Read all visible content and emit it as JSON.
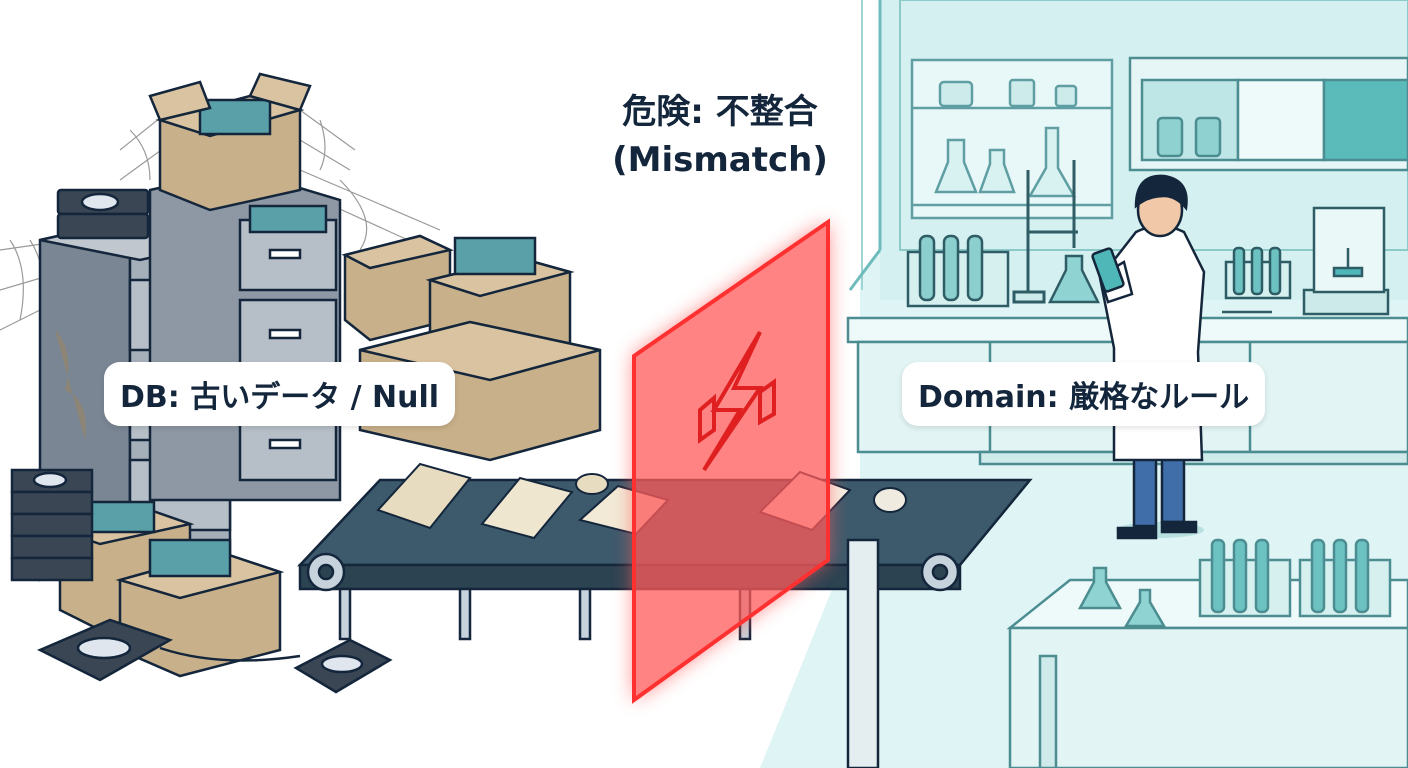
{
  "labels": {
    "db": "DB: 古いデータ / Null",
    "domain": "Domain: 厳格なルール",
    "warning_title": "危険: 不整合",
    "warning_subtitle": "(Mismatch)"
  },
  "colors": {
    "ink": "#14263b",
    "lab_teal": "#cdeeee",
    "teal_accent": "#4fb7b7",
    "danger_red": "#ff4747",
    "cardboard": "#c8b08a",
    "cabinet_gray": "#8e98a4",
    "belt_dark": "#3c5a6c"
  },
  "icons": [
    "lightning-icon",
    "cobweb-icon",
    "flask-icon",
    "test-tube-rack-icon",
    "microscope-scale-icon"
  ]
}
